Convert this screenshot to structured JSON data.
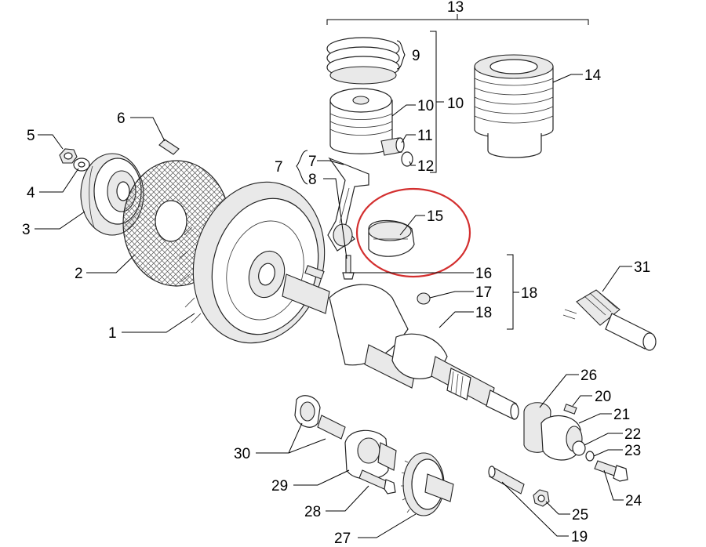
{
  "diagram": {
    "callouts": [
      {
        "id": "c1",
        "text": "1"
      },
      {
        "id": "c2",
        "text": "2"
      },
      {
        "id": "c3",
        "text": "3"
      },
      {
        "id": "c4",
        "text": "4"
      },
      {
        "id": "c5",
        "text": "5"
      },
      {
        "id": "c6",
        "text": "6"
      },
      {
        "id": "c7a",
        "text": "7"
      },
      {
        "id": "c7b",
        "text": "7"
      },
      {
        "id": "c8",
        "text": "8"
      },
      {
        "id": "c9",
        "text": "9"
      },
      {
        "id": "c10a",
        "text": "10"
      },
      {
        "id": "c10b",
        "text": "10"
      },
      {
        "id": "c11",
        "text": "11"
      },
      {
        "id": "c12",
        "text": "12"
      },
      {
        "id": "c13",
        "text": "13"
      },
      {
        "id": "c14",
        "text": "14"
      },
      {
        "id": "c15",
        "text": "15"
      },
      {
        "id": "c16",
        "text": "16"
      },
      {
        "id": "c17",
        "text": "17"
      },
      {
        "id": "c18a",
        "text": "18"
      },
      {
        "id": "c18b",
        "text": "18"
      },
      {
        "id": "c19",
        "text": "19"
      },
      {
        "id": "c20",
        "text": "20"
      },
      {
        "id": "c21",
        "text": "21"
      },
      {
        "id": "c22",
        "text": "22"
      },
      {
        "id": "c23",
        "text": "23"
      },
      {
        "id": "c24",
        "text": "24"
      },
      {
        "id": "c25",
        "text": "25"
      },
      {
        "id": "c26",
        "text": "26"
      },
      {
        "id": "c27",
        "text": "27"
      },
      {
        "id": "c28",
        "text": "28"
      },
      {
        "id": "c29",
        "text": "29"
      },
      {
        "id": "c30",
        "text": "30"
      },
      {
        "id": "c31",
        "text": "31"
      }
    ],
    "highlight_color": "#d32f2f",
    "highlighted_part": "15"
  }
}
